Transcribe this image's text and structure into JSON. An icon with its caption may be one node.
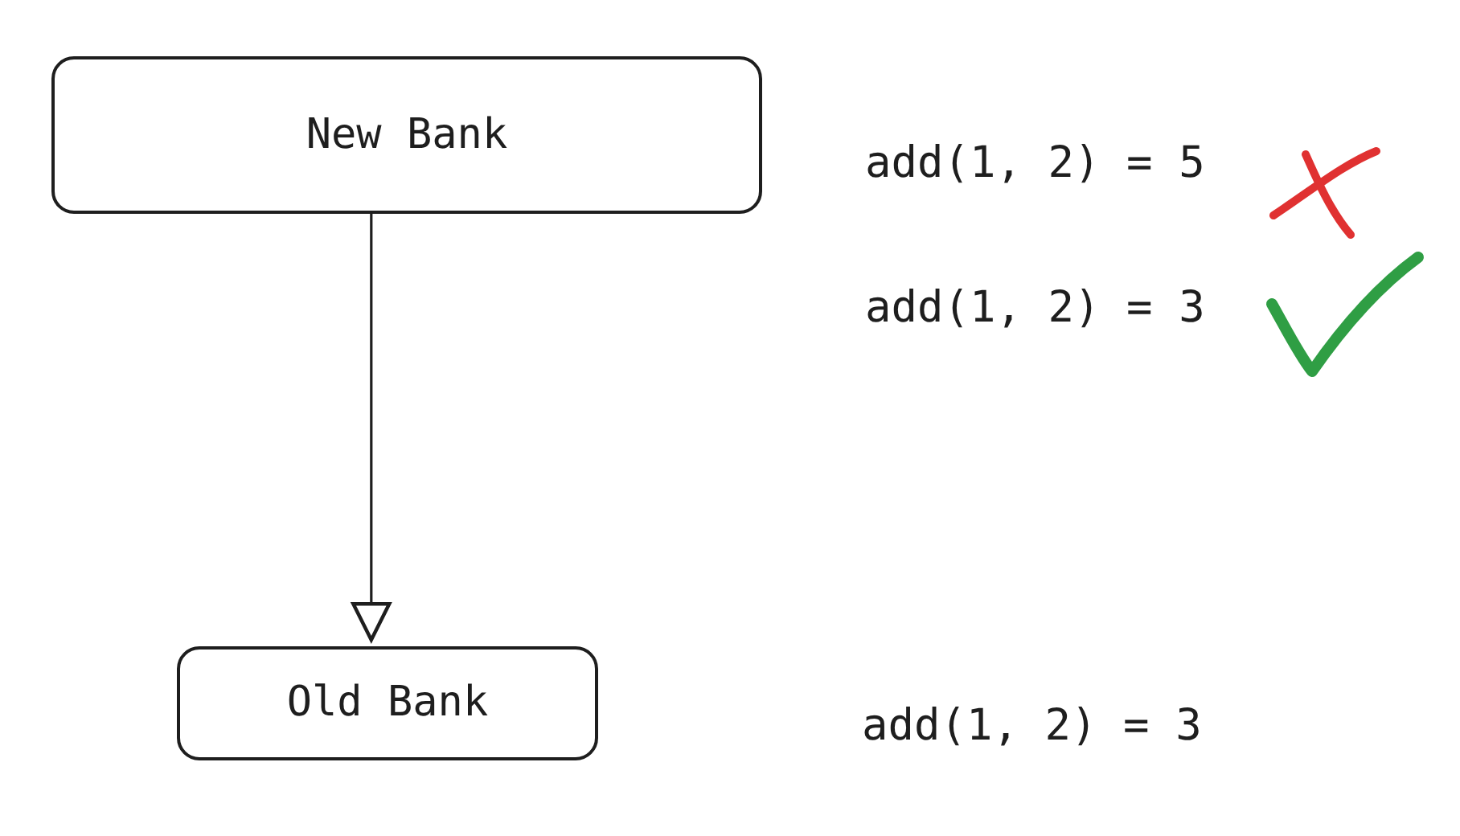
{
  "diagram": {
    "nodes": [
      {
        "text": [
          "New Bank"
        ]
      },
      {
        "text": [
          "Old Bank"
        ]
      }
    ],
    "edges": [
      {
        "from": 0,
        "to": 1,
        "arrow": "to"
      }
    ],
    "labels": [
      "add(1, 2) = 5",
      "add(1, 2) = 3",
      "add(1, 2) = 3"
    ]
  }
}
